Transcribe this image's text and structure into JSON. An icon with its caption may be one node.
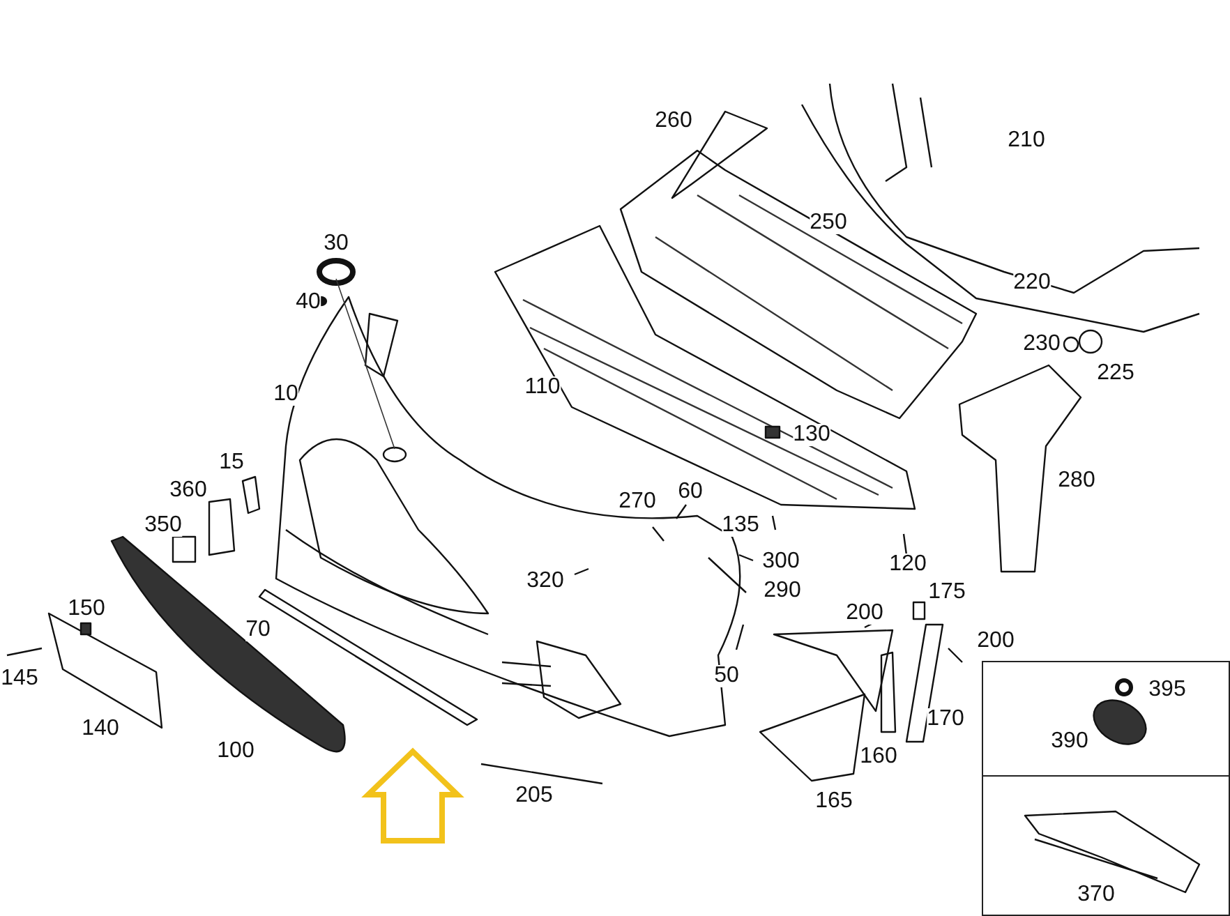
{
  "diagram": {
    "nodes": [
      {
        "text": [
          "395",
          "390"
        ]
      },
      {
        "text": [
          "370"
        ]
      }
    ],
    "labels": [
      "260",
      "210",
      "250",
      "30",
      "220",
      "40",
      "230",
      "225",
      "110",
      "10",
      "280",
      "130",
      "15",
      "360",
      "270",
      "60",
      "135",
      "350",
      "300",
      "120",
      "320",
      "290",
      "175",
      "200",
      "200",
      "150",
      "70",
      "145",
      "50",
      "170",
      "140",
      "160",
      "100",
      "165",
      "205"
    ]
  }
}
